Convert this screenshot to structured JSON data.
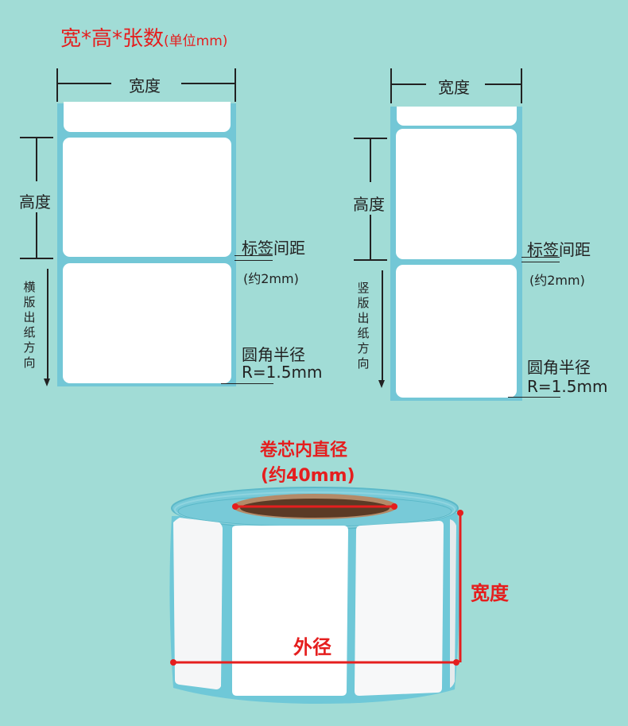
{
  "title": {
    "main": "宽*高*张数",
    "unit": "(单位mm)"
  },
  "left_diagram": {
    "width_label": "宽度",
    "height_label": "高度",
    "gap_label": "标签间距",
    "gap_note": "(约2mm)",
    "radius_label": "圆角半径",
    "radius_value": "R=1.5mm",
    "direction": [
      "横",
      "版",
      "出",
      "纸",
      "方",
      "向"
    ]
  },
  "right_diagram": {
    "width_label": "宽度",
    "height_label": "高度",
    "gap_label": "标签间距",
    "gap_note": "(约2mm)",
    "radius_label": "圆角半径",
    "radius_value": "R=1.5mm",
    "direction": [
      "竖",
      "版",
      "出",
      "纸",
      "方",
      "向"
    ]
  },
  "roll": {
    "core_label": "卷芯内直径",
    "core_note": "(约40mm)",
    "width_label": "宽度",
    "outer_label": "外径"
  },
  "colors": {
    "background": "#a1dcd6",
    "liner": "#73c7d6",
    "accent": "#e51e1e"
  }
}
